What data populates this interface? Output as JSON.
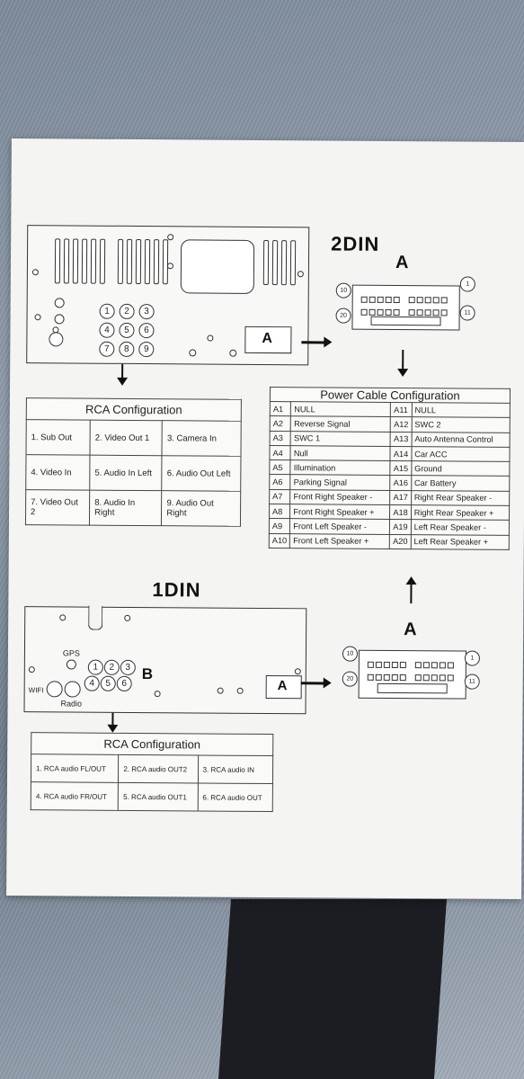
{
  "top": {
    "title": "2DIN",
    "connector_letter": "A",
    "unit_connector_label": "A",
    "rca_numbers": [
      "1",
      "2",
      "3",
      "4",
      "5",
      "6",
      "7",
      "8",
      "9"
    ],
    "pin_labels": {
      "p10": "10",
      "p1": "1",
      "p20": "20",
      "p11": "11"
    },
    "rca_table": {
      "caption": "RCA Configuration",
      "rows": [
        [
          "1. Sub Out",
          "2. Video Out 1",
          "3. Camera In"
        ],
        [
          "4. Video In",
          "5. Audio In Left",
          "6. Audio Out Left"
        ],
        [
          "7. Video Out 2",
          "8. Audio In Right",
          "9. Audio Out Right"
        ]
      ]
    }
  },
  "power": {
    "caption": "Power Cable Configuration",
    "rows": [
      {
        "a": "A1",
        "al": "NULL",
        "b": "A11",
        "bl": "NULL"
      },
      {
        "a": "A2",
        "al": "Reverse Signal",
        "b": "A12",
        "bl": "SWC 2"
      },
      {
        "a": "A3",
        "al": "SWC 1",
        "b": "A13",
        "bl": "Auto Antenna Control"
      },
      {
        "a": "A4",
        "al": "Null",
        "b": "A14",
        "bl": "Car ACC"
      },
      {
        "a": "A5",
        "al": "Illumination",
        "b": "A15",
        "bl": "Ground"
      },
      {
        "a": "A6",
        "al": "Parking Signal",
        "b": "A16",
        "bl": "Car Battery"
      },
      {
        "a": "A7",
        "al": "Front Right Speaker -",
        "b": "A17",
        "bl": "Right Rear Speaker -"
      },
      {
        "a": "A8",
        "al": "Front Right Speaker +",
        "b": "A18",
        "bl": "Right Rear Speaker +"
      },
      {
        "a": "A9",
        "al": "Front Left Speaker -",
        "b": "A19",
        "bl": "Left Rear Speaker -"
      },
      {
        "a": "A10",
        "al": "Front Left Speaker +",
        "b": "A20",
        "bl": "Left Rear Speaker +"
      }
    ]
  },
  "bottom": {
    "title": "1DIN",
    "connector_letter": "A",
    "unit_connector_label": "A",
    "group_label": "B",
    "gps_label": "GPS",
    "wifi_label": "WIFI",
    "radio_label": "Radio",
    "rca_numbers": [
      "1",
      "2",
      "3",
      "4",
      "5",
      "6"
    ],
    "pin_labels": {
      "p10": "10",
      "p1": "1",
      "p20": "20",
      "p11": "11"
    },
    "rca_table": {
      "caption": "RCA Configuration",
      "rows": [
        [
          "1. RCA audio FL/OUT",
          "2. RCA audio OUT2",
          "3. RCA audio IN"
        ],
        [
          "4. RCA audio FR/OUT",
          "5. RCA audio OUT1",
          "6. RCA audio OUT"
        ]
      ]
    }
  }
}
